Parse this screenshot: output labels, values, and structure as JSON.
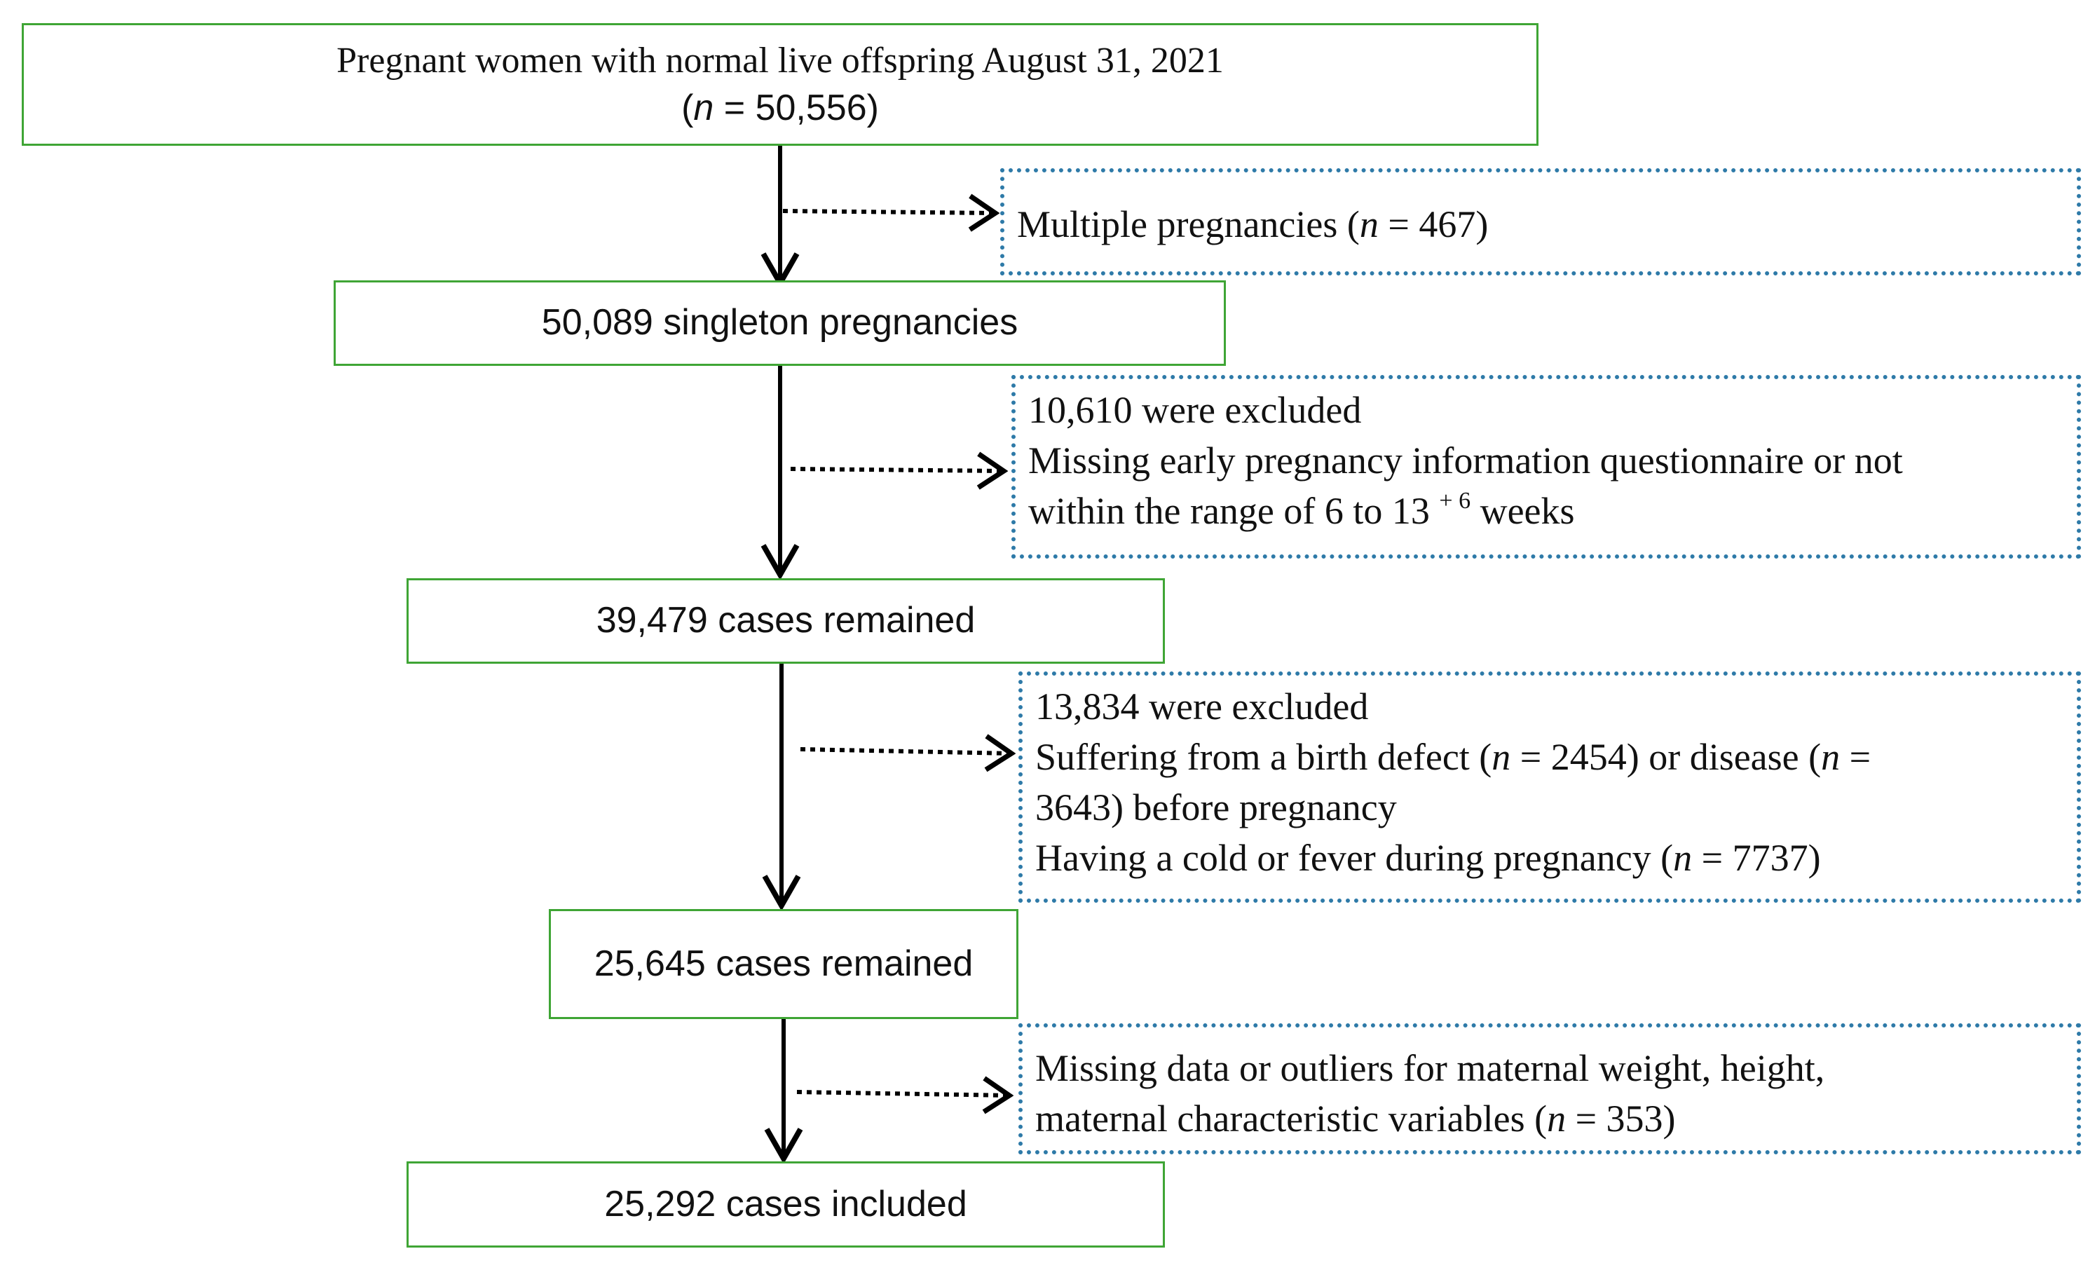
{
  "colors": {
    "main_box_border": "#3fa535",
    "exclusion_box_border": "#2e7aa8",
    "arrow": "#000000"
  },
  "main_boxes": [
    {
      "line1": "Pregnant women with normal live offspring August 31, 2021",
      "line2_prefix": "(",
      "line2_var": "n",
      "line2_suffix": " = 50,556)"
    },
    {
      "text": "50,089 singleton pregnancies"
    },
    {
      "text": "39,479 cases remained"
    },
    {
      "text": "25,645 cases remained"
    },
    {
      "text": "25,292  cases included"
    }
  ],
  "exclusion_boxes": [
    {
      "l1_a": "Multiple pregnancies (",
      "l1_var": "n",
      "l1_b": " = 467)"
    },
    {
      "l1": "10,610 were excluded",
      "l2": "Missing early pregnancy information questionnaire or not",
      "l3_a": "within the range of 6 to 13 ",
      "l3_sup": "+ 6",
      "l3_b": " weeks"
    },
    {
      "l1": "13,834 were excluded",
      "l2_a": " Suffering from a birth defect (",
      "l2_var1": "n",
      "l2_b": " = 2454) or disease (",
      "l2_var2": "n",
      "l2_c": " =",
      "l3": "3643) before pregnancy",
      "l4_a": "Having a cold or fever during pregnancy (",
      "l4_var": "n",
      "l4_b": " = 7737)"
    },
    {
      "l1": "Missing data or outliers for maternal weight, height,",
      "l2_a": "maternal characteristic variables (",
      "l2_var": "n",
      "l2_b": " = 353)"
    }
  ]
}
